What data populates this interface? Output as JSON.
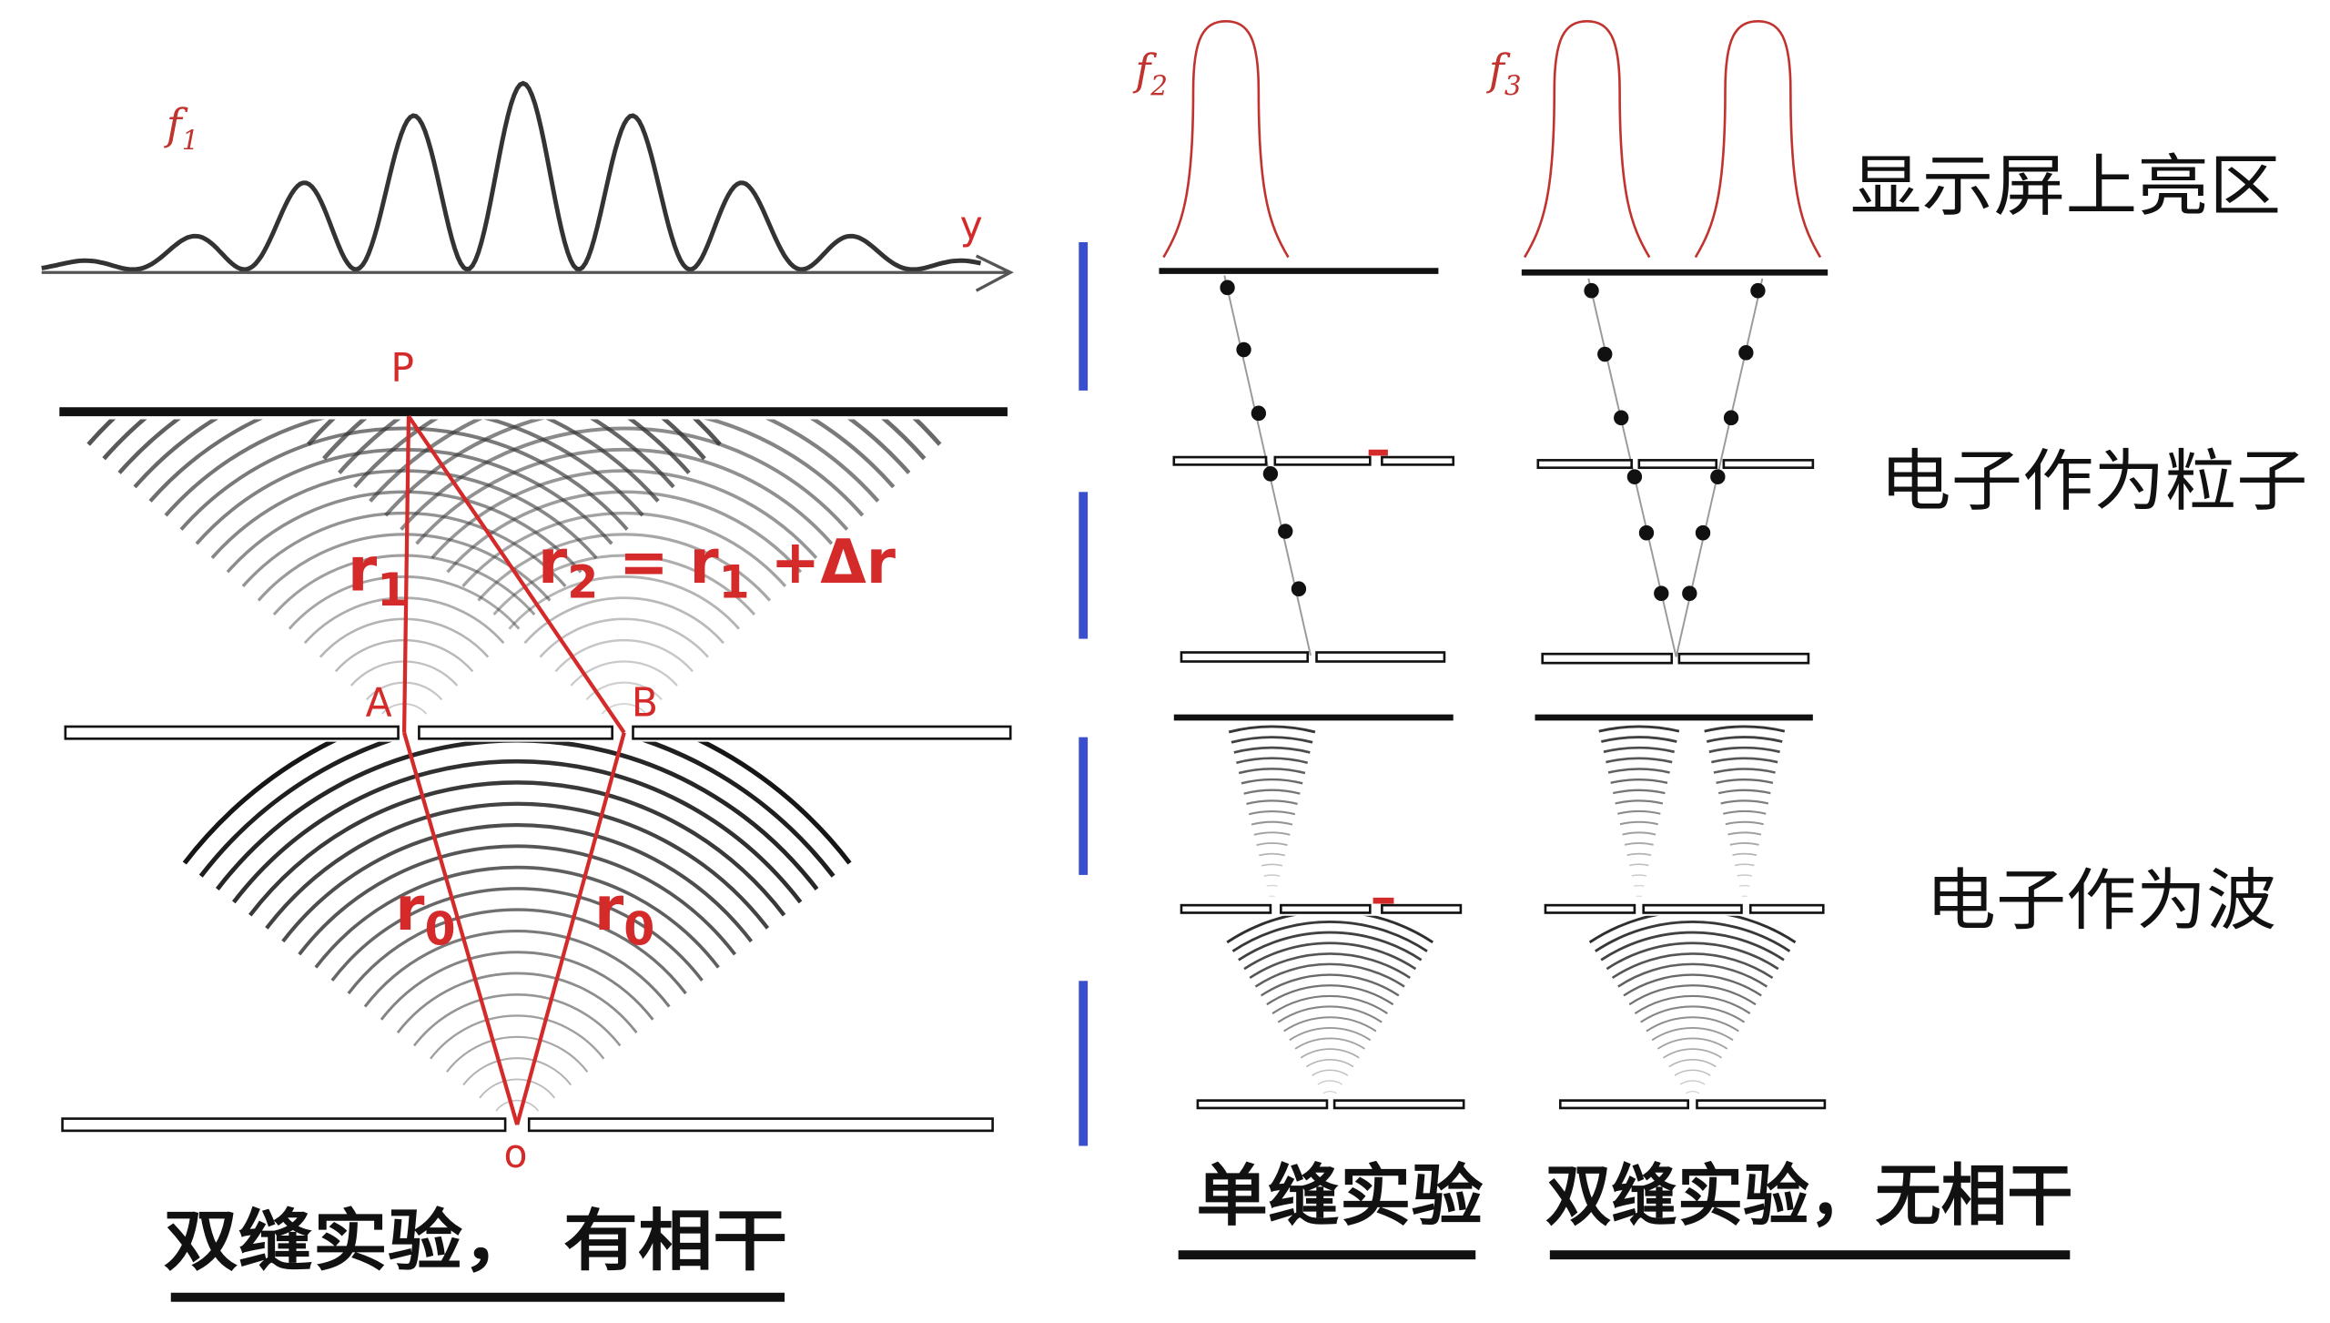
{
  "left": {
    "f_label": {
      "base": "f",
      "sub": "1"
    },
    "axis_label": "y",
    "point_p": "P",
    "point_a": "A",
    "point_b": "B",
    "point_o": "o",
    "r1": {
      "base": "r",
      "sub": "1"
    },
    "r2_eq": {
      "lhs_base": "r",
      "lhs_sub": "2",
      "eq": " = ",
      "rhs_base": "r",
      "rhs_sub": "1",
      "tail": " +Δr"
    },
    "r0_left": {
      "base": "r",
      "sub": "0"
    },
    "r0_right": {
      "base": "r",
      "sub": "0"
    },
    "caption": "双缝实验， 有相干"
  },
  "middle": {
    "f_label": {
      "base": "f",
      "sub": "2"
    },
    "caption": "单缝实验"
  },
  "right": {
    "f_label": {
      "base": "f",
      "sub": "3"
    },
    "caption": "双缝实验，无相干"
  },
  "row_labels": {
    "screen": "显示屏上亮区",
    "particle": "电子作为粒子",
    "wave": "电子作为波"
  },
  "colors": {
    "red": "#d42a2a",
    "blue_divider": "#3a4fd0",
    "black": "#111111"
  }
}
